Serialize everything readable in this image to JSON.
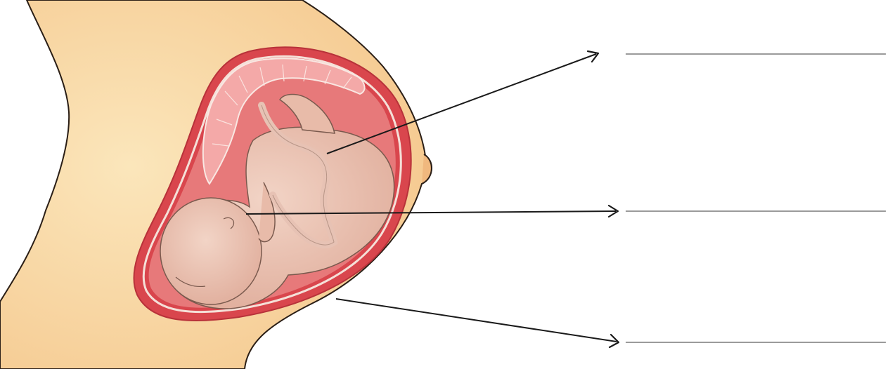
{
  "colors": {
    "skin": "#f9d9a4",
    "skin_outline": "#2a1e16",
    "uterus_wall": "#d9464d",
    "uterus_fill": "#e7797a",
    "amniotic_membrane": "#f1d1c7",
    "placenta": "#f4a9a8",
    "fetus": "#ebbfae",
    "fetus_outline": "#7a5a4e",
    "umbilical_cord": "#e7c2b4",
    "pointer": "#1a1a1a",
    "answer_line": "#7a7a7a"
  },
  "icons": [
    "arrow-head-icon"
  ],
  "labels": [
    {
      "id": "umbilical-cord",
      "answer": ""
    },
    {
      "id": "fetus",
      "answer": ""
    },
    {
      "id": "uterus",
      "answer": ""
    }
  ]
}
